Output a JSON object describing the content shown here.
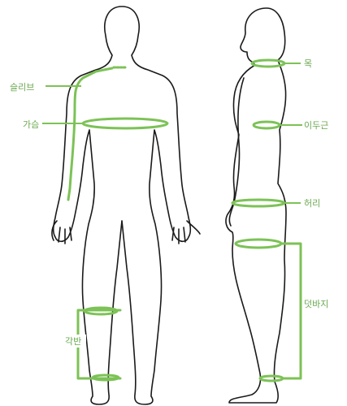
{
  "colors": {
    "measure_line": "#7cc256",
    "label_text": "#6aa84f",
    "outline": "#1a1a1a",
    "background": "#ffffff"
  },
  "labels": {
    "sleeve": "슬리브",
    "chest": "가슴",
    "gaiter": "각반",
    "neck": "목",
    "bicep": "이두근",
    "waist": "허리",
    "knee_pants": "덧바지"
  }
}
